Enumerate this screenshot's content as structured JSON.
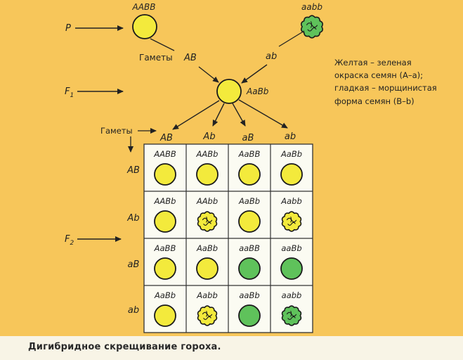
{
  "colors": {
    "background": "#f7c65a",
    "yellow_seed": "#f3ea3c",
    "green_seed": "#5fc25b",
    "grid_cell": "#fbfbf2"
  },
  "parents": {
    "label": "P",
    "left": {
      "genotype": "AABB",
      "seed": "yellow-smooth"
    },
    "right": {
      "genotype": "aabb",
      "seed": "green-wrinkled"
    }
  },
  "gametes_label_top": "Гаметы",
  "gamete_left": "AB",
  "gamete_right": "ab",
  "f1": {
    "label": "F",
    "sub": "1",
    "genotype": "AaBb",
    "seed": "yellow-smooth"
  },
  "gametes_label_grid": "Гаметы",
  "gametes": [
    "AB",
    "Ab",
    "aB",
    "ab"
  ],
  "f2": {
    "label": "F",
    "sub": "2"
  },
  "legend": [
    "Желтая – зеленая",
    "окраска семян (А–а);",
    "гладкая – морщинистая",
    "форма семян (В–b)"
  ],
  "grid": [
    [
      {
        "g": "AABB",
        "seed": "yellow-smooth"
      },
      {
        "g": "AABb",
        "seed": "yellow-smooth"
      },
      {
        "g": "AaBB",
        "seed": "yellow-smooth"
      },
      {
        "g": "AaBb",
        "seed": "yellow-smooth"
      }
    ],
    [
      {
        "g": "AABb",
        "seed": "yellow-smooth"
      },
      {
        "g": "AAbb",
        "seed": "yellow-wrinkled"
      },
      {
        "g": "AaBb",
        "seed": "yellow-smooth"
      },
      {
        "g": "Aabb",
        "seed": "yellow-wrinkled"
      }
    ],
    [
      {
        "g": "AaBB",
        "seed": "yellow-smooth"
      },
      {
        "g": "AaBb",
        "seed": "yellow-smooth"
      },
      {
        "g": "aaBB",
        "seed": "green-smooth"
      },
      {
        "g": "aaBb",
        "seed": "green-smooth"
      }
    ],
    [
      {
        "g": "AaBb",
        "seed": "yellow-smooth"
      },
      {
        "g": "Aabb",
        "seed": "yellow-wrinkled"
      },
      {
        "g": "aaBb",
        "seed": "green-smooth"
      },
      {
        "g": "aabb",
        "seed": "green-wrinkled"
      }
    ]
  ],
  "caption": "Дигибридное скрещивание гороха."
}
